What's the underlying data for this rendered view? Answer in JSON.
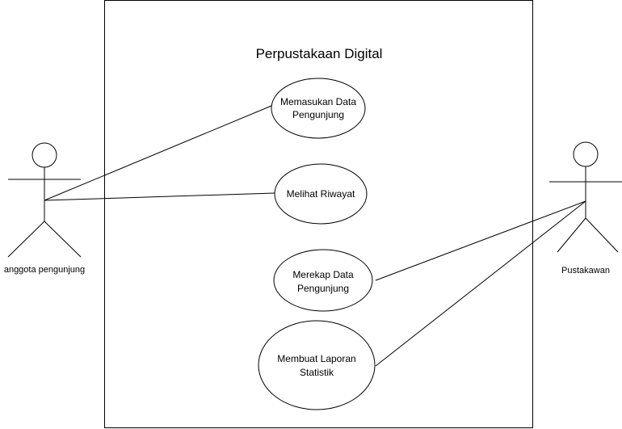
{
  "system": {
    "title": "Perpustakaan Digital"
  },
  "actors": {
    "visitor": {
      "label": "anggota pengunjung"
    },
    "librarian": {
      "label": "Pustakawan"
    }
  },
  "use_cases": {
    "uc1": {
      "line1": "Memasukan Data",
      "line2": "Pengunjung"
    },
    "uc2": {
      "line1": "Melihat Riwayat"
    },
    "uc3": {
      "line1": "Merekap Data",
      "line2": "Pengunjung"
    },
    "uc4": {
      "line1": "Membuat Laporan",
      "line2": "Statistik"
    }
  },
  "associations": [
    {
      "actor": "anggota pengunjung",
      "use_case": "Memasukan Data Pengunjung"
    },
    {
      "actor": "anggota pengunjung",
      "use_case": "Melihat Riwayat"
    },
    {
      "actor": "Pustakawan",
      "use_case": "Merekap Data Pengunjung"
    },
    {
      "actor": "Pustakawan",
      "use_case": "Membuat Laporan Statistik"
    }
  ],
  "colors": {
    "stroke": "#000000",
    "fill": "#ffffff"
  }
}
